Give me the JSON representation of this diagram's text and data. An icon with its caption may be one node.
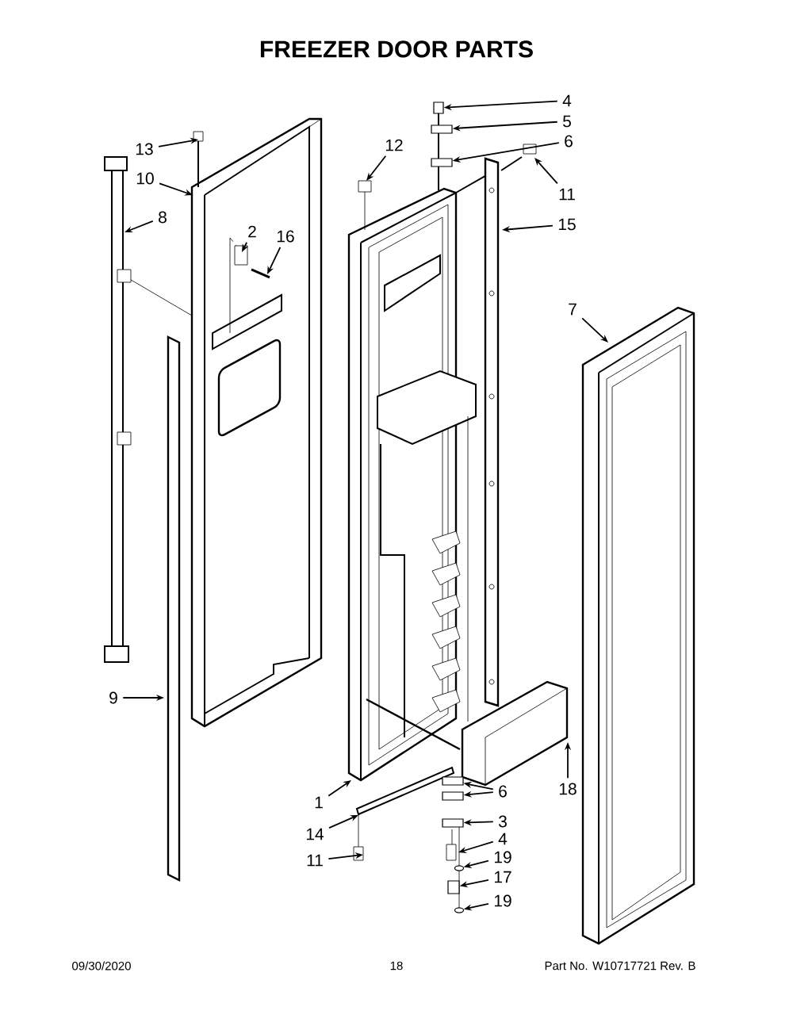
{
  "diagram": {
    "title": "FREEZER DOOR PARTS",
    "nodes": [
      {
        "text": [
          "4"
        ]
      },
      {
        "text": [
          "5"
        ]
      },
      {
        "text": [
          "13"
        ]
      },
      {
        "text": [
          "6"
        ]
      },
      {
        "text": [
          "12"
        ]
      },
      {
        "text": [
          "10"
        ]
      },
      {
        "text": [
          "11"
        ]
      },
      {
        "text": [
          "8"
        ]
      },
      {
        "text": [
          "15"
        ]
      },
      {
        "text": [
          "2"
        ]
      },
      {
        "text": [
          "16"
        ]
      },
      {
        "text": [
          "7"
        ]
      },
      {
        "text": [
          "9"
        ]
      },
      {
        "text": [
          "18"
        ]
      },
      {
        "text": [
          "6"
        ]
      },
      {
        "text": [
          "1"
        ]
      },
      {
        "text": [
          "3"
        ]
      },
      {
        "text": [
          "14"
        ]
      },
      {
        "text": [
          "4"
        ]
      },
      {
        "text": [
          "19"
        ]
      },
      {
        "text": [
          "11"
        ]
      },
      {
        "text": [
          "17"
        ]
      },
      {
        "text": [
          "19"
        ]
      },
      {
        "text": [],
        "shape": "box"
      },
      {
        "text": [],
        "shape": "box"
      },
      {
        "text": [],
        "shape": "box"
      },
      {
        "text": [],
        "shape": "box"
      },
      {
        "text": [],
        "shape": "box"
      },
      {
        "text": [],
        "shape": "box"
      },
      {
        "text": [],
        "shape": "circle"
      },
      {
        "text": [],
        "shape": "box"
      },
      {
        "text": [],
        "shape": "circle"
      }
    ],
    "edges": [
      {
        "from": 0,
        "to": 23,
        "arrow": "to"
      },
      {
        "from": 1,
        "to": 24,
        "arrow": "to"
      },
      {
        "from": 2,
        "to": null,
        "arrow": "to"
      },
      {
        "from": 3,
        "to": 25,
        "arrow": "to"
      },
      {
        "from": 4,
        "to": null,
        "arrow": "to"
      },
      {
        "from": 5,
        "to": null,
        "arrow": "to"
      },
      {
        "from": 6,
        "to": null,
        "arrow": "to"
      },
      {
        "from": 7,
        "to": null,
        "arrow": "to"
      },
      {
        "from": 8,
        "to": null,
        "arrow": "to"
      },
      {
        "from": 9,
        "to": null,
        "arrow": "to"
      },
      {
        "from": 10,
        "to": null,
        "arrow": "to"
      },
      {
        "from": 11,
        "to": null,
        "arrow": "to"
      },
      {
        "from": 12,
        "to": null,
        "arrow": "to"
      },
      {
        "from": 13,
        "to": null,
        "arrow": "to"
      },
      {
        "from": 14,
        "to": 26,
        "arrow": "to"
      },
      {
        "from": 14,
        "to": 27,
        "arrow": "to"
      },
      {
        "from": 15,
        "to": null,
        "arrow": "to"
      },
      {
        "from": 16,
        "to": 28,
        "arrow": "to"
      },
      {
        "from": 17,
        "to": null,
        "arrow": "to"
      },
      {
        "from": 18,
        "to": null,
        "arrow": "to"
      },
      {
        "from": 19,
        "to": 29,
        "arrow": "to"
      },
      {
        "from": 20,
        "to": null,
        "arrow": "to"
      },
      {
        "from": 21,
        "to": 30,
        "arrow": "to"
      },
      {
        "from": 22,
        "to": 31,
        "arrow": "to"
      }
    ],
    "labels": [
      "09/30/2020",
      "18",
      "Part No. W10717721 Rev. B"
    ]
  }
}
